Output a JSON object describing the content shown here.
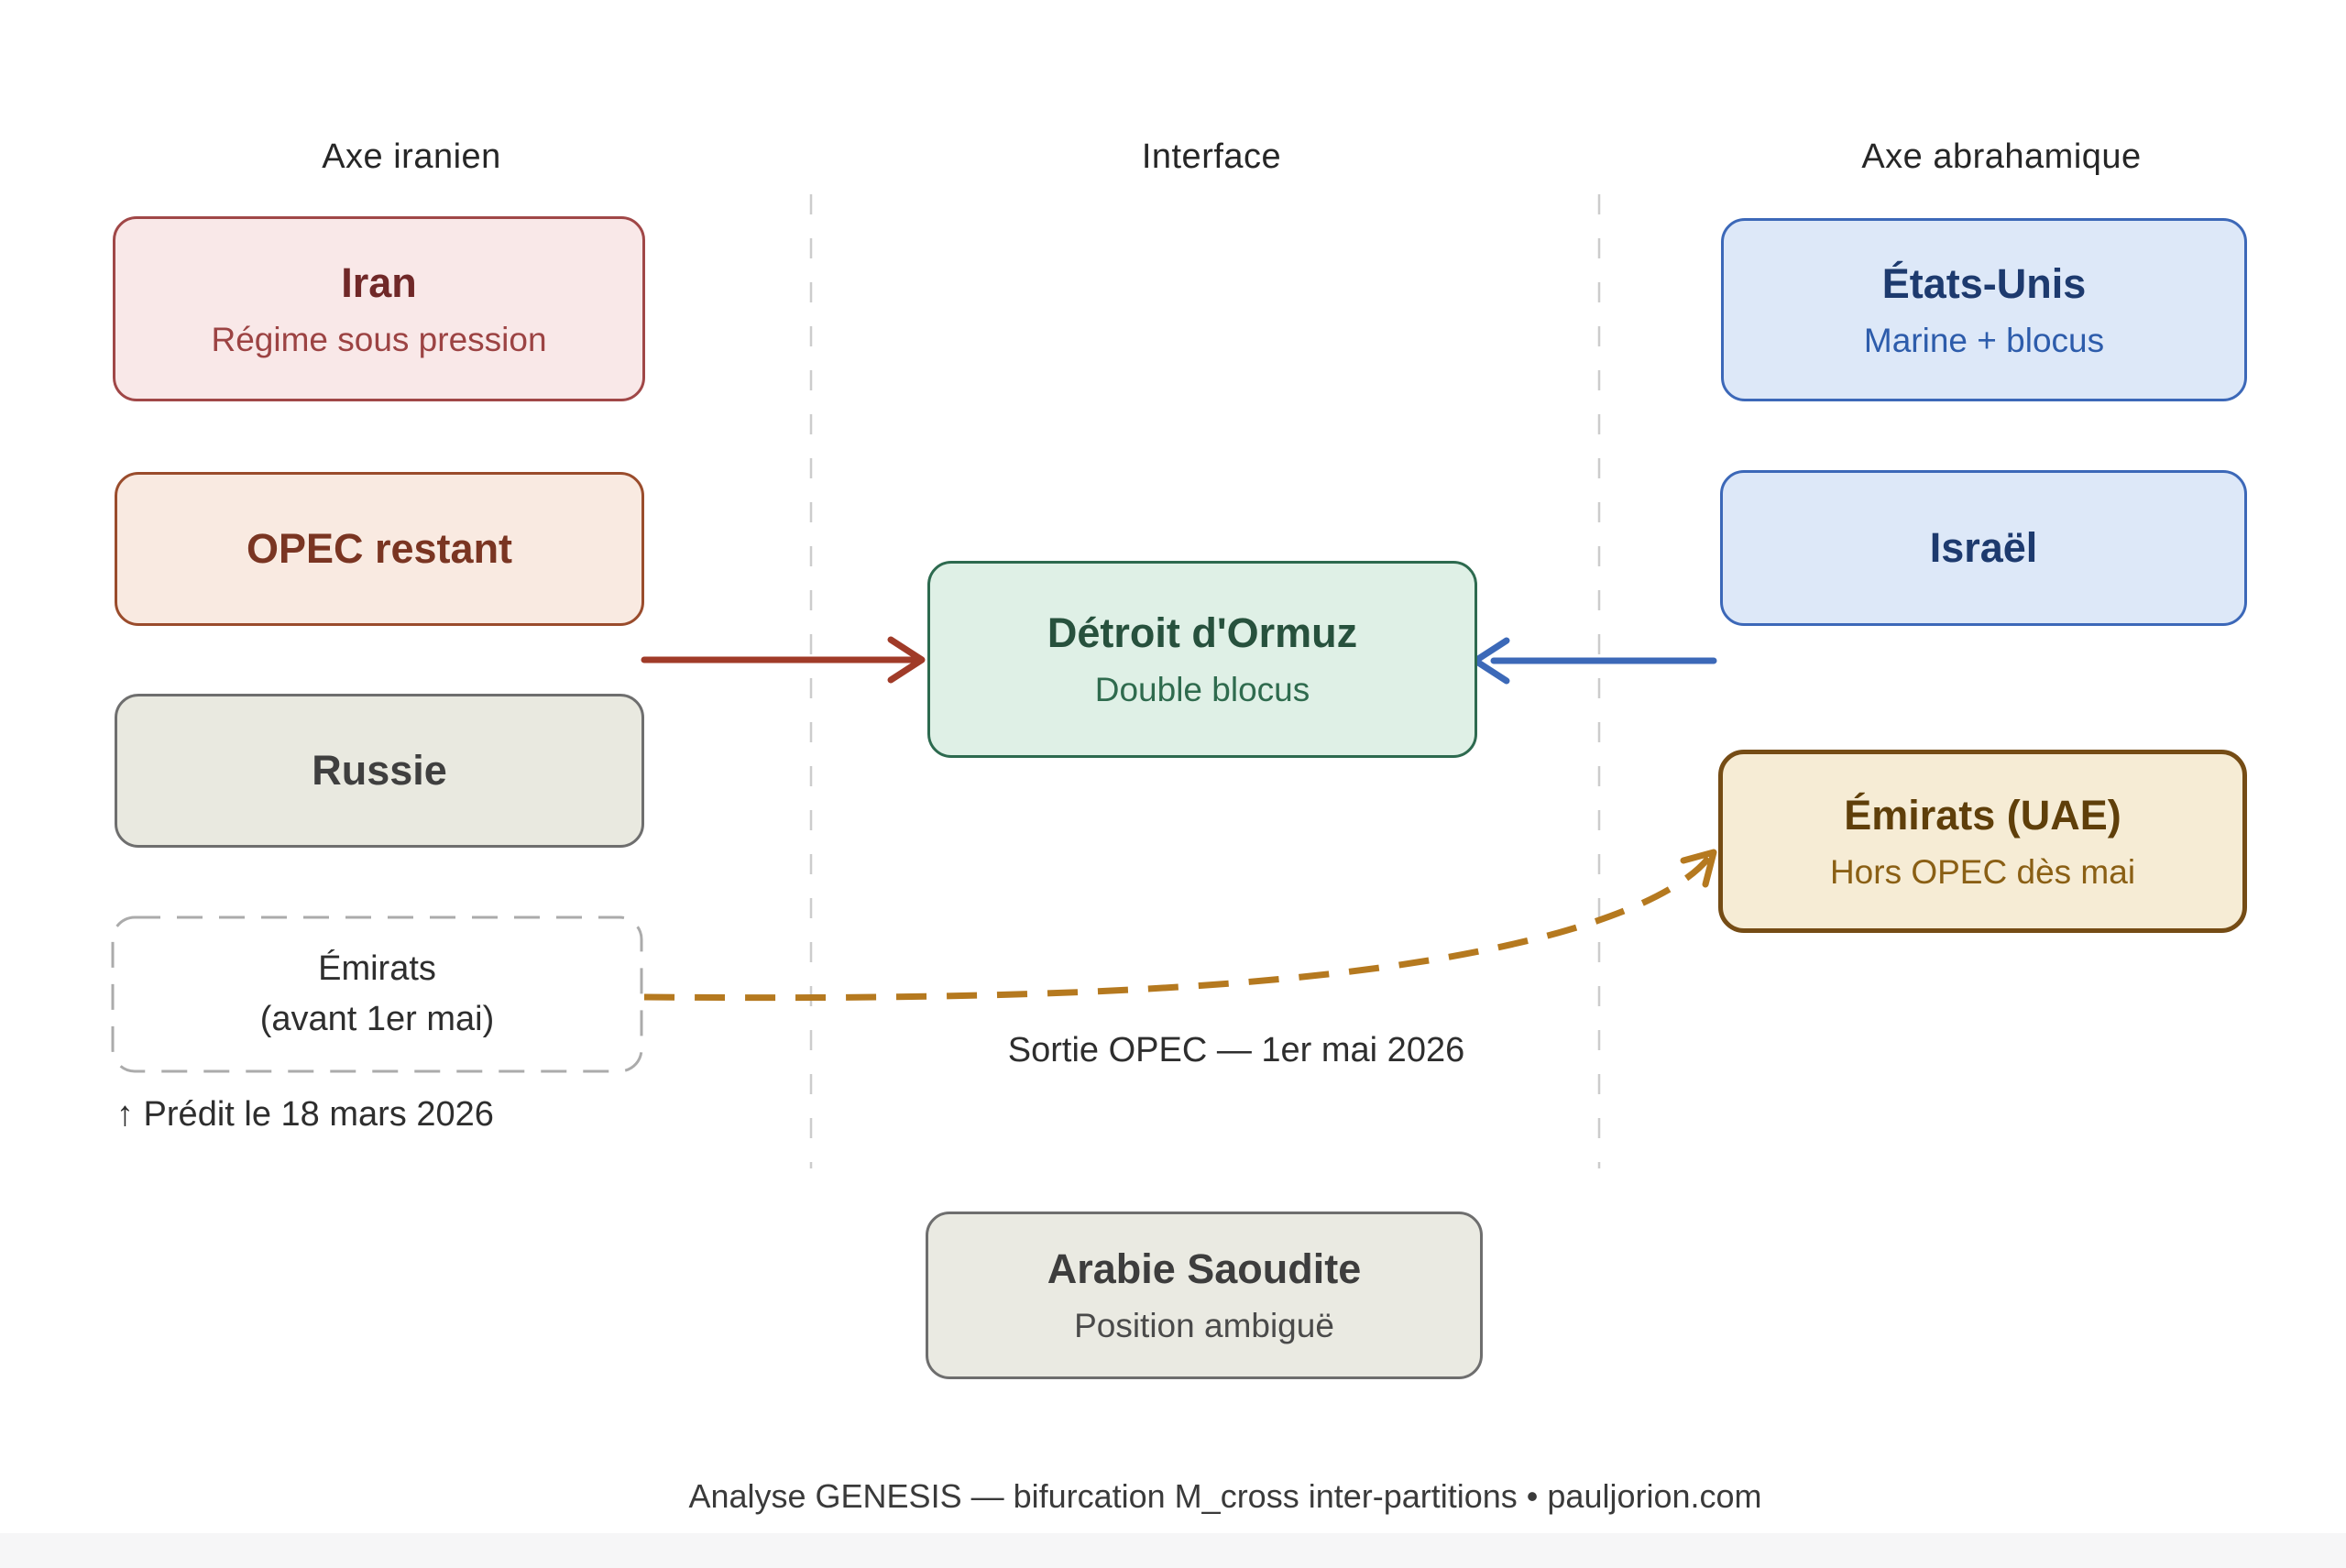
{
  "headers": {
    "left": "Axe iranien",
    "center": "Interface",
    "right": "Axe abrahamique"
  },
  "nodes": {
    "iran": {
      "title": "Iran",
      "subtitle": "Régime sous pression"
    },
    "opec_remaining": {
      "title": "OPEC restant"
    },
    "russia": {
      "title": "Russie"
    },
    "emirates_before": {
      "line1": "Émirats",
      "line2": "(avant 1er mai)"
    },
    "united_states": {
      "title": "États-Unis",
      "subtitle": "Marine + blocus"
    },
    "israel": {
      "title": "Israël"
    },
    "emirates_after": {
      "title": "Émirats (UAE)",
      "subtitle": "Hors OPEC dès mai"
    },
    "hormuz": {
      "title": "Détroit d'Ormuz",
      "subtitle": "Double blocus"
    },
    "saudi_arabia": {
      "title": "Arabie Saoudite",
      "subtitle": "Position ambiguë"
    }
  },
  "annotations": {
    "prediction_note": "↑ Prédit le 18 mars 2026",
    "opec_exit_label": "Sortie OPEC — 1er mai 2026",
    "footer": "Analyse GENESIS — bifurcation M_cross inter-partitions • pauljorion.com"
  },
  "colors": {
    "iran_box_border": "#a04747",
    "opec_box_border": "#9a4c2c",
    "russia_box_border": "#6e6e6e",
    "blue_box_border": "#3c68b8",
    "uae_box_border": "#754c15",
    "hormuz_box_border": "#2d6a4f",
    "arrow_red": "#a03b28",
    "arrow_blue": "#3c69b8",
    "arrow_gold_dashed": "#b5791f",
    "divider_grey": "#cccccc"
  }
}
